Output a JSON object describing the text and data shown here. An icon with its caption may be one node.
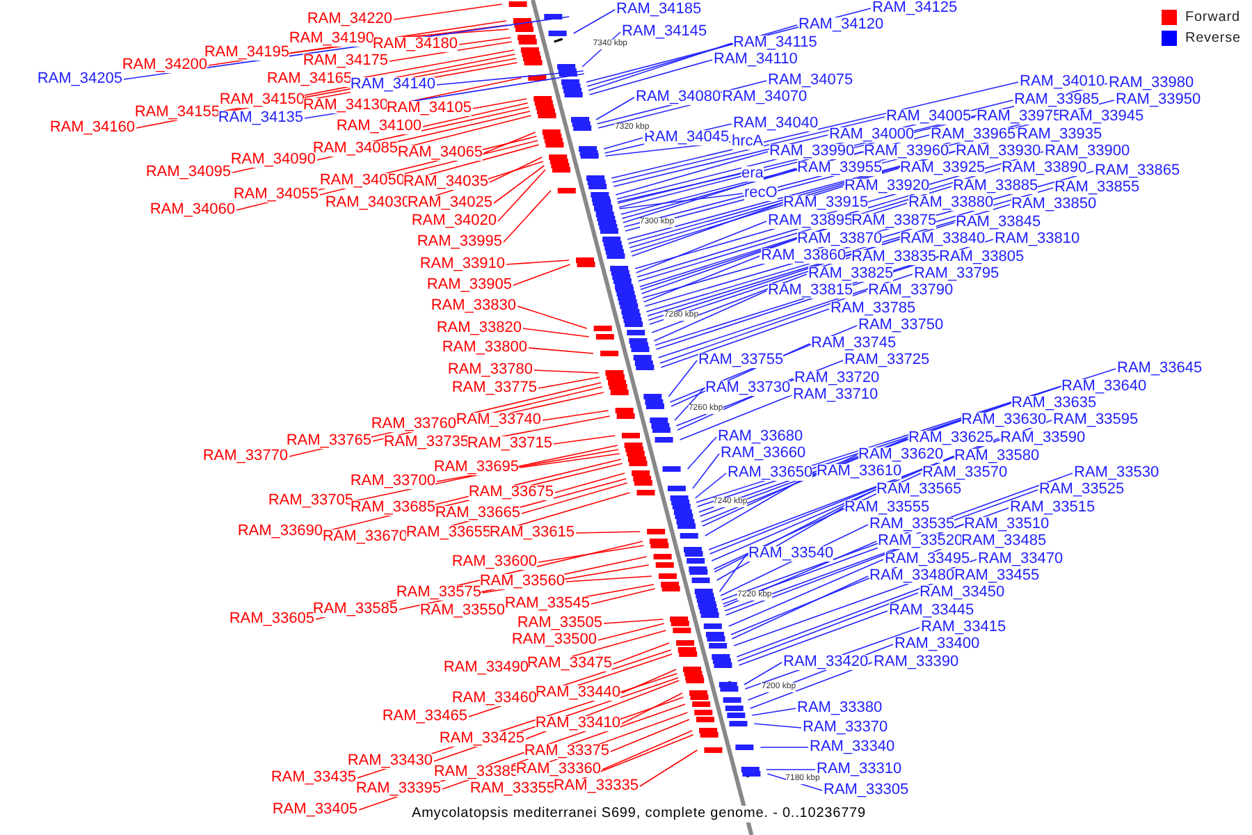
{
  "diagram": {
    "caption": "Amycolatopsis mediterranei S699, complete genome. - 0..10236779",
    "nodes": [
      {
        "text": [
          "RAM_34220"
        ]
      },
      {
        "text": [
          "RAM_34190"
        ]
      },
      {
        "text": [
          "RAM_34180"
        ]
      },
      {
        "text": [
          "RAM_34195"
        ]
      },
      {
        "text": [
          "RAM_34175"
        ]
      },
      {
        "text": [
          "RAM_34200"
        ]
      },
      {
        "text": [
          "RAM_34205"
        ]
      },
      {
        "text": [
          "RAM_34165"
        ]
      },
      {
        "text": [
          "RAM_34140"
        ]
      },
      {
        "text": [
          "RAM_34150"
        ]
      },
      {
        "text": [
          "RAM_34130"
        ]
      },
      {
        "text": [
          "RAM_34105"
        ]
      },
      {
        "text": [
          "RAM_34155"
        ]
      },
      {
        "text": [
          "RAM_34135"
        ]
      },
      {
        "text": [
          "RAM_34160"
        ]
      },
      {
        "text": [
          "RAM_34100"
        ]
      },
      {
        "text": [
          "RAM_34085"
        ]
      },
      {
        "text": [
          "RAM_34065"
        ]
      },
      {
        "text": [
          "RAM_34090"
        ]
      },
      {
        "text": [
          "RAM_34095"
        ]
      },
      {
        "text": [
          "RAM_34050"
        ]
      },
      {
        "text": [
          "RAM_34035"
        ]
      },
      {
        "text": [
          "RAM_34055"
        ]
      },
      {
        "text": [
          "RAM_34030"
        ]
      },
      {
        "text": [
          "RAM_34025"
        ]
      },
      {
        "text": [
          "RAM_34060"
        ]
      },
      {
        "text": [
          "RAM_34020"
        ]
      },
      {
        "text": [
          "RAM_33995"
        ]
      },
      {
        "text": [
          "RAM_33910"
        ]
      },
      {
        "text": [
          "RAM_33905"
        ]
      },
      {
        "text": [
          "RAM_33830"
        ]
      },
      {
        "text": [
          "RAM_33820"
        ]
      },
      {
        "text": [
          "RAM_33800"
        ]
      },
      {
        "text": [
          "RAM_33780"
        ]
      },
      {
        "text": [
          "RAM_33775"
        ]
      },
      {
        "text": [
          "RAM_33760"
        ]
      },
      {
        "text": [
          "RAM_33740"
        ]
      },
      {
        "text": [
          "RAM_33765"
        ]
      },
      {
        "text": [
          "RAM_33735"
        ]
      },
      {
        "text": [
          "RAM_33715"
        ]
      },
      {
        "text": [
          "RAM_33770"
        ]
      },
      {
        "text": [
          "RAM_33695"
        ]
      },
      {
        "text": [
          "RAM_33700"
        ]
      },
      {
        "text": [
          "RAM_33675"
        ]
      },
      {
        "text": [
          "RAM_33705"
        ]
      },
      {
        "text": [
          "RAM_33685"
        ]
      },
      {
        "text": [
          "RAM_33665"
        ]
      },
      {
        "text": [
          "RAM_33690"
        ]
      },
      {
        "text": [
          "RAM_33670"
        ]
      },
      {
        "text": [
          "RAM_33655"
        ]
      },
      {
        "text": [
          "RAM_33615"
        ]
      },
      {
        "text": [
          "RAM_33600"
        ]
      },
      {
        "text": [
          "RAM_33560"
        ]
      },
      {
        "text": [
          "RAM_33575"
        ]
      },
      {
        "text": [
          "RAM_33585"
        ]
      },
      {
        "text": [
          "RAM_33545"
        ]
      },
      {
        "text": [
          "RAM_33550"
        ]
      },
      {
        "text": [
          "RAM_33605"
        ]
      },
      {
        "text": [
          "RAM_33505"
        ]
      },
      {
        "text": [
          "RAM_33500"
        ]
      },
      {
        "text": [
          "RAM_33475"
        ]
      },
      {
        "text": [
          "RAM_33490"
        ]
      },
      {
        "text": [
          "RAM_33440"
        ]
      },
      {
        "text": [
          "RAM_33460"
        ]
      },
      {
        "text": [
          "RAM_33465"
        ]
      },
      {
        "text": [
          "RAM_33410"
        ]
      },
      {
        "text": [
          "RAM_33425"
        ]
      },
      {
        "text": [
          "RAM_33375"
        ]
      },
      {
        "text": [
          "RAM_33430"
        ]
      },
      {
        "text": [
          "RAM_33385"
        ]
      },
      {
        "text": [
          "RAM_33360"
        ]
      },
      {
        "text": [
          "RAM_33435"
        ]
      },
      {
        "text": [
          "RAM_33395"
        ]
      },
      {
        "text": [
          "RAM_33355"
        ]
      },
      {
        "text": [
          "RAM_33335"
        ]
      },
      {
        "text": [
          "RAM_33405"
        ]
      },
      {
        "text": [
          "RAM_34185"
        ]
      },
      {
        "text": [
          "RAM_34125"
        ]
      },
      {
        "text": [
          "RAM_34120"
        ]
      },
      {
        "text": [
          "RAM_34145"
        ]
      },
      {
        "text": [
          "RAM_34115"
        ]
      },
      {
        "text": [
          "RAM_34110"
        ]
      },
      {
        "text": [
          "RAM_34075"
        ]
      },
      {
        "text": [
          "RAM_34010"
        ]
      },
      {
        "text": [
          "RAM_33980"
        ]
      },
      {
        "text": [
          "RAM_34080"
        ]
      },
      {
        "text": [
          "RAM_34070"
        ]
      },
      {
        "text": [
          "RAM_33985"
        ]
      },
      {
        "text": [
          "RAM_33950"
        ]
      },
      {
        "text": [
          "RAM_34005"
        ]
      },
      {
        "text": [
          "RAM_33975"
        ]
      },
      {
        "text": [
          "RAM_33945"
        ]
      },
      {
        "text": [
          "RAM_34040"
        ]
      },
      {
        "text": [
          "RAM_34000"
        ]
      },
      {
        "text": [
          "RAM_33965"
        ]
      },
      {
        "text": [
          "RAM_33935"
        ]
      },
      {
        "text": [
          "RAM_34045"
        ]
      },
      {
        "text": [
          "hrcA"
        ]
      },
      {
        "text": [
          "RAM_33990"
        ]
      },
      {
        "text": [
          "RAM_33960"
        ]
      },
      {
        "text": [
          "RAM_33930"
        ]
      },
      {
        "text": [
          "RAM_33900"
        ]
      },
      {
        "text": [
          "RAM_33955"
        ]
      },
      {
        "text": [
          "RAM_33925"
        ]
      },
      {
        "text": [
          "RAM_33890"
        ]
      },
      {
        "text": [
          "RAM_33865"
        ]
      },
      {
        "text": [
          "era"
        ]
      },
      {
        "text": [
          "RAM_33920"
        ]
      },
      {
        "text": [
          "RAM_33885"
        ]
      },
      {
        "text": [
          "RAM_33855"
        ]
      },
      {
        "text": [
          "recO"
        ]
      },
      {
        "text": [
          "RAM_33915"
        ]
      },
      {
        "text": [
          "RAM_33880"
        ]
      },
      {
        "text": [
          "RAM_33850"
        ]
      },
      {
        "text": [
          "RAM_33895"
        ]
      },
      {
        "text": [
          "RAM_33875"
        ]
      },
      {
        "text": [
          "RAM_33845"
        ]
      },
      {
        "text": [
          "RAM_33870"
        ]
      },
      {
        "text": [
          "RAM_33840"
        ]
      },
      {
        "text": [
          "RAM_33810"
        ]
      },
      {
        "text": [
          "RAM_33860"
        ]
      },
      {
        "text": [
          "RAM_33835"
        ]
      },
      {
        "text": [
          "RAM_33805"
        ]
      },
      {
        "text": [
          "RAM_33825"
        ]
      },
      {
        "text": [
          "RAM_33795"
        ]
      },
      {
        "text": [
          "RAM_33815"
        ]
      },
      {
        "text": [
          "RAM_33790"
        ]
      },
      {
        "text": [
          "RAM_33785"
        ]
      },
      {
        "text": [
          "RAM_33750"
        ]
      },
      {
        "text": [
          "RAM_33745"
        ]
      },
      {
        "text": [
          "RAM_33755"
        ]
      },
      {
        "text": [
          "RAM_33725"
        ]
      },
      {
        "text": [
          "RAM_33645"
        ]
      },
      {
        "text": [
          "RAM_33720"
        ]
      },
      {
        "text": [
          "RAM_33640"
        ]
      },
      {
        "text": [
          "RAM_33730"
        ]
      },
      {
        "text": [
          "RAM_33710"
        ]
      },
      {
        "text": [
          "RAM_33635"
        ]
      },
      {
        "text": [
          "RAM_33630"
        ]
      },
      {
        "text": [
          "RAM_33595"
        ]
      },
      {
        "text": [
          "RAM_33680"
        ]
      },
      {
        "text": [
          "RAM_33625"
        ]
      },
      {
        "text": [
          "RAM_33590"
        ]
      },
      {
        "text": [
          "RAM_33660"
        ]
      },
      {
        "text": [
          "RAM_33620"
        ]
      },
      {
        "text": [
          "RAM_33580"
        ]
      },
      {
        "text": [
          "RAM_33650"
        ]
      },
      {
        "text": [
          "RAM_33610"
        ]
      },
      {
        "text": [
          "RAM_33570"
        ]
      },
      {
        "text": [
          "RAM_33530"
        ]
      },
      {
        "text": [
          "RAM_33565"
        ]
      },
      {
        "text": [
          "RAM_33525"
        ]
      },
      {
        "text": [
          "RAM_33555"
        ]
      },
      {
        "text": [
          "RAM_33515"
        ]
      },
      {
        "text": [
          "RAM_33535"
        ]
      },
      {
        "text": [
          "RAM_33510"
        ]
      },
      {
        "text": [
          "RAM_33520"
        ]
      },
      {
        "text": [
          "RAM_33485"
        ]
      },
      {
        "text": [
          "RAM_33540"
        ]
      },
      {
        "text": [
          "RAM_33495"
        ]
      },
      {
        "text": [
          "RAM_33470"
        ]
      },
      {
        "text": [
          "RAM_33480"
        ]
      },
      {
        "text": [
          "RAM_33455"
        ]
      },
      {
        "text": [
          "RAM_33450"
        ]
      },
      {
        "text": [
          "RAM_33445"
        ]
      },
      {
        "text": [
          "RAM_33415"
        ]
      },
      {
        "text": [
          "RAM_33400"
        ]
      },
      {
        "text": [
          "RAM_33420"
        ]
      },
      {
        "text": [
          "RAM_33390"
        ]
      },
      {
        "text": [
          "RAM_33380"
        ]
      },
      {
        "text": [
          "RAM_33370"
        ]
      },
      {
        "text": [
          "RAM_33340"
        ]
      },
      {
        "text": [
          "RAM_33310"
        ]
      },
      {
        "text": [
          "RAM_33305"
        ]
      }
    ],
    "edges": [
      {
        "from": 0,
        "to": null,
        "arrow": "none",
        "color": "#ff0000"
      },
      {
        "from": 1,
        "to": null,
        "arrow": "none",
        "color": "#ff0000"
      },
      {
        "from": 2,
        "to": null,
        "arrow": "none",
        "color": "#ff0000"
      },
      {
        "from": 3,
        "to": null,
        "arrow": "none",
        "color": "#ff0000"
      },
      {
        "from": 4,
        "to": null,
        "arrow": "none",
        "color": "#ff0000"
      },
      {
        "from": 5,
        "to": null,
        "arrow": "none",
        "color": "#ff0000"
      },
      {
        "from": 6,
        "to": null,
        "arrow": "none"
      },
      {
        "from": 7,
        "to": null,
        "arrow": "none",
        "color": "#ff0000"
      },
      {
        "from": 8,
        "to": null,
        "arrow": "none"
      },
      {
        "from": 9,
        "to": null,
        "arrow": "none",
        "color": "#ff0000"
      },
      {
        "from": 10,
        "to": null,
        "arrow": "none",
        "color": "#ff0000"
      },
      {
        "from": 11,
        "to": null,
        "arrow": "none",
        "color": "#ff0000"
      },
      {
        "from": 12,
        "to": null,
        "arrow": "none",
        "color": "#ff0000"
      },
      {
        "from": 13,
        "to": null,
        "arrow": "none"
      },
      {
        "from": 14,
        "to": null,
        "arrow": "none",
        "color": "#ff0000"
      },
      {
        "from": 15,
        "to": null,
        "arrow": "none",
        "color": "#ff0000"
      },
      {
        "from": 16,
        "to": null,
        "arrow": "none",
        "color": "#ff0000"
      },
      {
        "from": 17,
        "to": null,
        "arrow": "none",
        "color": "#ff0000"
      },
      {
        "from": 18,
        "to": null,
        "arrow": "none",
        "color": "#ff0000"
      },
      {
        "from": 19,
        "to": null,
        "arrow": "none",
        "color": "#ff0000"
      },
      {
        "from": 20,
        "to": null,
        "arrow": "none",
        "color": "#ff0000"
      },
      {
        "from": 21,
        "to": null,
        "arrow": "none",
        "color": "#ff0000"
      },
      {
        "from": 22,
        "to": null,
        "arrow": "none",
        "color": "#ff0000"
      },
      {
        "from": 23,
        "to": null,
        "arrow": "none",
        "color": "#ff0000"
      },
      {
        "from": 24,
        "to": null,
        "arrow": "none",
        "color": "#ff0000"
      },
      {
        "from": 25,
        "to": null,
        "arrow": "none",
        "color": "#ff0000"
      },
      {
        "from": 26,
        "to": null,
        "arrow": "none",
        "color": "#ff0000"
      },
      {
        "from": 27,
        "to": null,
        "arrow": "none",
        "color": "#ff0000"
      },
      {
        "from": 28,
        "to": null,
        "arrow": "none",
        "color": "#ff0000"
      },
      {
        "from": 29,
        "to": null,
        "arrow": "none",
        "color": "#ff0000"
      },
      {
        "from": 30,
        "to": null,
        "arrow": "none",
        "color": "#ff0000"
      },
      {
        "from": 31,
        "to": null,
        "arrow": "none",
        "color": "#ff0000"
      },
      {
        "from": 32,
        "to": null,
        "arrow": "none",
        "color": "#ff0000"
      },
      {
        "from": 33,
        "to": null,
        "arrow": "none",
        "color": "#ff0000"
      },
      {
        "from": 34,
        "to": null,
        "arrow": "none",
        "color": "#ff0000"
      },
      {
        "from": 35,
        "to": null,
        "arrow": "none",
        "color": "#ff0000"
      },
      {
        "from": 36,
        "to": null,
        "arrow": "none",
        "color": "#ff0000"
      },
      {
        "from": 37,
        "to": null,
        "arrow": "none",
        "color": "#ff0000"
      },
      {
        "from": 38,
        "to": null,
        "arrow": "none",
        "color": "#ff0000"
      },
      {
        "from": 39,
        "to": null,
        "arrow": "none",
        "color": "#ff0000"
      },
      {
        "from": 40,
        "to": null,
        "arrow": "none",
        "color": "#ff0000"
      },
      {
        "from": 41,
        "to": null,
        "arrow": "none",
        "color": "#ff0000"
      },
      {
        "from": 42,
        "to": null,
        "arrow": "none",
        "color": "#ff0000"
      },
      {
        "from": 43,
        "to": null,
        "arrow": "none",
        "color": "#ff0000"
      },
      {
        "from": 44,
        "to": null,
        "arrow": "none",
        "color": "#ff0000"
      },
      {
        "from": 45,
        "to": null,
        "arrow": "none",
        "color": "#ff0000"
      },
      {
        "from": 46,
        "to": null,
        "arrow": "none",
        "color": "#ff0000"
      },
      {
        "from": 47,
        "to": null,
        "arrow": "none",
        "color": "#ff0000"
      },
      {
        "from": 48,
        "to": null,
        "arrow": "none",
        "color": "#ff0000"
      },
      {
        "from": 49,
        "to": null,
        "arrow": "none",
        "color": "#ff0000"
      },
      {
        "from": 50,
        "to": null,
        "arrow": "none",
        "color": "#ff0000"
      },
      {
        "from": 51,
        "to": null,
        "arrow": "none",
        "color": "#ff0000"
      },
      {
        "from": 52,
        "to": null,
        "arrow": "none",
        "color": "#ff0000"
      },
      {
        "from": 53,
        "to": null,
        "arrow": "none",
        "color": "#ff0000"
      },
      {
        "from": 54,
        "to": null,
        "arrow": "none",
        "color": "#ff0000"
      },
      {
        "from": 55,
        "to": null,
        "arrow": "none",
        "color": "#ff0000"
      },
      {
        "from": 56,
        "to": null,
        "arrow": "none",
        "color": "#ff0000"
      },
      {
        "from": 57,
        "to": null,
        "arrow": "none",
        "color": "#ff0000"
      },
      {
        "from": 58,
        "to": null,
        "arrow": "none",
        "color": "#ff0000"
      },
      {
        "from": 59,
        "to": null,
        "arrow": "none",
        "color": "#ff0000"
      },
      {
        "from": 60,
        "to": null,
        "arrow": "none",
        "color": "#ff0000"
      },
      {
        "from": 61,
        "to": null,
        "arrow": "none",
        "color": "#ff0000"
      },
      {
        "from": 62,
        "to": null,
        "arrow": "none",
        "color": "#ff0000"
      },
      {
        "from": 63,
        "to": null,
        "arrow": "none",
        "color": "#ff0000"
      },
      {
        "from": 64,
        "to": null,
        "arrow": "none",
        "color": "#ff0000"
      },
      {
        "from": 65,
        "to": null,
        "arrow": "none",
        "color": "#ff0000"
      },
      {
        "from": 66,
        "to": null,
        "arrow": "none",
        "color": "#ff0000"
      },
      {
        "from": 67,
        "to": null,
        "arrow": "none",
        "color": "#ff0000"
      },
      {
        "from": 68,
        "to": null,
        "arrow": "none",
        "color": "#ff0000"
      },
      {
        "from": 69,
        "to": null,
        "arrow": "none",
        "color": "#ff0000"
      },
      {
        "from": 70,
        "to": null,
        "arrow": "none",
        "color": "#ff0000"
      },
      {
        "from": 71,
        "to": null,
        "arrow": "none",
        "color": "#ff0000"
      },
      {
        "from": 72,
        "to": null,
        "arrow": "none",
        "color": "#ff0000"
      },
      {
        "from": 73,
        "to": null,
        "arrow": "none",
        "color": "#ff0000"
      },
      {
        "from": 74,
        "to": null,
        "arrow": "none",
        "color": "#ff0000"
      },
      {
        "from": 75,
        "to": null,
        "arrow": "none",
        "color": "#ff0000"
      },
      {
        "from": 76,
        "to": null,
        "arrow": "none"
      },
      {
        "from": 77,
        "to": null,
        "arrow": "none"
      },
      {
        "from": 78,
        "to": null,
        "arrow": "none"
      },
      {
        "from": 79,
        "to": null,
        "arrow": "none"
      },
      {
        "from": 80,
        "to": null,
        "arrow": "none"
      },
      {
        "from": 81,
        "to": null,
        "arrow": "none"
      },
      {
        "from": 82,
        "to": null,
        "arrow": "none"
      },
      {
        "from": 83,
        "to": null,
        "arrow": "none"
      },
      {
        "from": 84,
        "to": null,
        "arrow": "none"
      },
      {
        "from": 85,
        "to": null,
        "arrow": "none"
      },
      {
        "from": 86,
        "to": null,
        "arrow": "none"
      },
      {
        "from": 87,
        "to": null,
        "arrow": "none"
      },
      {
        "from": 88,
        "to": null,
        "arrow": "none"
      },
      {
        "from": 89,
        "to": null,
        "arrow": "none"
      },
      {
        "from": 90,
        "to": null,
        "arrow": "none"
      },
      {
        "from": 91,
        "to": null,
        "arrow": "none"
      },
      {
        "from": 92,
        "to": null,
        "arrow": "none"
      },
      {
        "from": 93,
        "to": null,
        "arrow": "none"
      },
      {
        "from": 94,
        "to": null,
        "arrow": "none"
      },
      {
        "from": 95,
        "to": null,
        "arrow": "none"
      },
      {
        "from": 96,
        "to": null,
        "arrow": "none"
      },
      {
        "from": 97,
        "to": null,
        "arrow": "none"
      },
      {
        "from": 98,
        "to": null,
        "arrow": "none"
      },
      {
        "from": 99,
        "to": null,
        "arrow": "none"
      },
      {
        "from": 100,
        "to": null,
        "arrow": "none"
      },
      {
        "from": 101,
        "to": null,
        "arrow": "none"
      },
      {
        "from": 102,
        "to": null,
        "arrow": "none"
      },
      {
        "from": 103,
        "to": null,
        "arrow": "none"
      },
      {
        "from": 104,
        "to": null,
        "arrow": "none"
      },
      {
        "from": 105,
        "to": null,
        "arrow": "none"
      },
      {
        "from": 106,
        "to": null,
        "arrow": "none"
      },
      {
        "from": 107,
        "to": null,
        "arrow": "none"
      },
      {
        "from": 108,
        "to": null,
        "arrow": "none"
      },
      {
        "from": 109,
        "to": null,
        "arrow": "none"
      },
      {
        "from": 110,
        "to": null,
        "arrow": "none"
      },
      {
        "from": 111,
        "to": null,
        "arrow": "none"
      },
      {
        "from": 112,
        "to": null,
        "arrow": "none"
      },
      {
        "from": 113,
        "to": null,
        "arrow": "none"
      },
      {
        "from": 114,
        "to": null,
        "arrow": "none"
      },
      {
        "from": 115,
        "to": null,
        "arrow": "none"
      },
      {
        "from": 116,
        "to": null,
        "arrow": "none"
      },
      {
        "from": 117,
        "to": null,
        "arrow": "none"
      },
      {
        "from": 118,
        "to": null,
        "arrow": "none"
      },
      {
        "from": 119,
        "to": null,
        "arrow": "none"
      },
      {
        "from": 120,
        "to": null,
        "arrow": "none"
      },
      {
        "from": 121,
        "to": null,
        "arrow": "none"
      },
      {
        "from": 122,
        "to": null,
        "arrow": "none"
      },
      {
        "from": 123,
        "to": null,
        "arrow": "none"
      },
      {
        "from": 124,
        "to": null,
        "arrow": "none"
      },
      {
        "from": 125,
        "to": null,
        "arrow": "none"
      },
      {
        "from": 126,
        "to": null,
        "arrow": "none"
      },
      {
        "from": 127,
        "to": null,
        "arrow": "none"
      },
      {
        "from": 128,
        "to": null,
        "arrow": "none"
      },
      {
        "from": 129,
        "to": null,
        "arrow": "none"
      },
      {
        "from": 130,
        "to": null,
        "arrow": "none"
      },
      {
        "from": 131,
        "to": null,
        "arrow": "none"
      },
      {
        "from": 132,
        "to": null,
        "arrow": "none"
      },
      {
        "from": 133,
        "to": null,
        "arrow": "none"
      },
      {
        "from": 134,
        "to": null,
        "arrow": "none"
      },
      {
        "from": 135,
        "to": null,
        "arrow": "none"
      },
      {
        "from": 136,
        "to": null,
        "arrow": "none"
      },
      {
        "from": 137,
        "to": null,
        "arrow": "none"
      },
      {
        "from": 138,
        "to": null,
        "arrow": "none"
      },
      {
        "from": 139,
        "to": null,
        "arrow": "none"
      },
      {
        "from": 140,
        "to": null,
        "arrow": "none"
      },
      {
        "from": 141,
        "to": null,
        "arrow": "none"
      },
      {
        "from": 142,
        "to": null,
        "arrow": "none"
      },
      {
        "from": 143,
        "to": null,
        "arrow": "none"
      },
      {
        "from": 144,
        "to": null,
        "arrow": "none"
      },
      {
        "from": 145,
        "to": null,
        "arrow": "none"
      },
      {
        "from": 146,
        "to": null,
        "arrow": "none"
      },
      {
        "from": 147,
        "to": null,
        "arrow": "none"
      },
      {
        "from": 148,
        "to": null,
        "arrow": "none"
      },
      {
        "from": 149,
        "to": null,
        "arrow": "none"
      },
      {
        "from": 150,
        "to": null,
        "arrow": "none"
      },
      {
        "from": 151,
        "to": null,
        "arrow": "none"
      },
      {
        "from": 152,
        "to": null,
        "arrow": "none"
      },
      {
        "from": 153,
        "to": null,
        "arrow": "none"
      },
      {
        "from": 154,
        "to": null,
        "arrow": "none"
      },
      {
        "from": 155,
        "to": null,
        "arrow": "none"
      },
      {
        "from": 156,
        "to": null,
        "arrow": "none"
      },
      {
        "from": 157,
        "to": null,
        "arrow": "none"
      },
      {
        "from": 158,
        "to": null,
        "arrow": "none"
      },
      {
        "from": 159,
        "to": null,
        "arrow": "none"
      },
      {
        "from": 160,
        "to": null,
        "arrow": "none"
      },
      {
        "from": 161,
        "to": null,
        "arrow": "none"
      },
      {
        "from": 162,
        "to": null,
        "arrow": "none"
      },
      {
        "from": 163,
        "to": null,
        "arrow": "none"
      },
      {
        "from": 164,
        "to": null,
        "arrow": "none"
      },
      {
        "from": 165,
        "to": null,
        "arrow": "none"
      },
      {
        "from": 166,
        "to": null,
        "arrow": "none"
      },
      {
        "from": 167,
        "to": null,
        "arrow": "none"
      },
      {
        "from": 168,
        "to": null,
        "arrow": "none"
      },
      {
        "from": 169,
        "to": null,
        "arrow": "none"
      },
      {
        "from": 170,
        "to": null,
        "arrow": "none"
      },
      {
        "from": 171,
        "to": null,
        "arrow": "none"
      },
      {
        "from": 172,
        "to": null,
        "arrow": "none"
      },
      {
        "from": 173,
        "to": null,
        "arrow": "none"
      }
    ],
    "labels": [
      "7340 kbp",
      "7320 kbp",
      "7300 kbp",
      "7280 kbp",
      "7260 kbp",
      "7240 kbp",
      "7220 kbp",
      "7200 kbp",
      "7180 kbp"
    ],
    "legend": [
      {
        "text": "Forward",
        "color": "#ff0000"
      },
      {
        "text": "Reverse",
        "color": "#0000ff"
      }
    ]
  }
}
